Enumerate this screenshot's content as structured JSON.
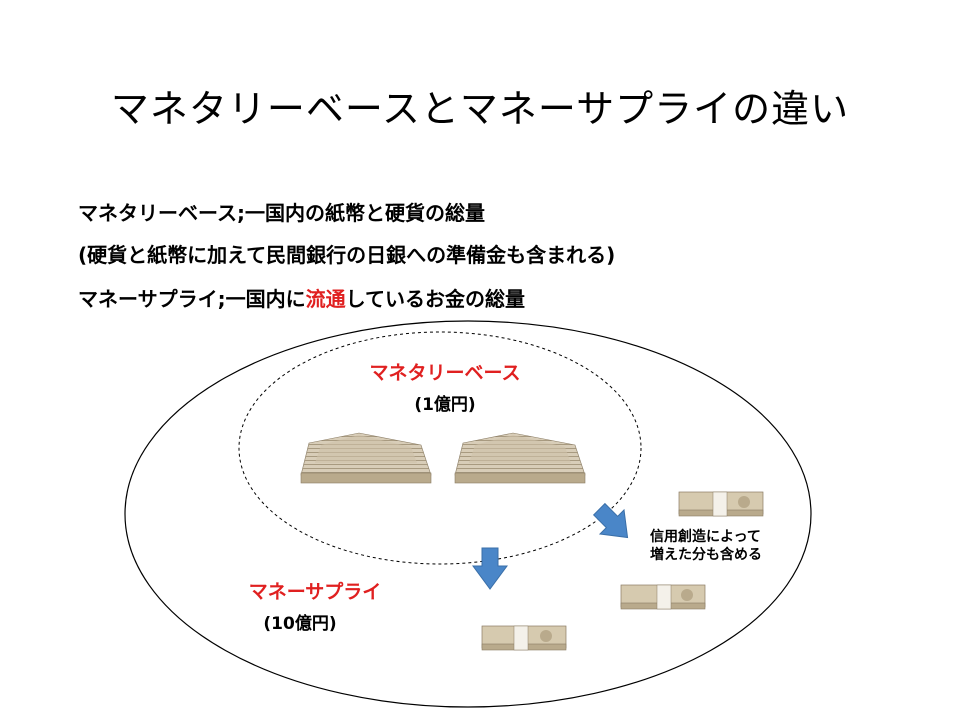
{
  "title": "マネタリーベースとマネーサプライの違い",
  "definitions": {
    "line1": "マネタリーベース;一国内の紙幣と硬貨の総量",
    "line2": "(硬貨と紙幣に加えて民間銀行の日銀への準備金も含まれる)",
    "line3_before": "マネーサプライ;一国内に",
    "line3_highlight": "流通",
    "line3_after": "しているお金の総量"
  },
  "diagram": {
    "monetary_base_label": "マネタリーベース",
    "monetary_base_amount": "(1億円)",
    "money_supply_label": "マネーサプライ",
    "money_supply_amount": "(10億円)",
    "note_line1": "信用創造によって",
    "note_line2": "増えた分も含める"
  },
  "colors": {
    "highlight": "#e02020",
    "arrow": "#4a86c8",
    "bill": "#cdbfa6",
    "band": "#f4f1ea"
  }
}
